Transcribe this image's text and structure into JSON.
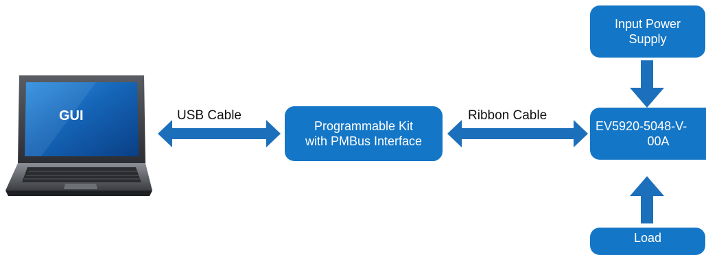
{
  "laptop": {
    "screen_label": "GUI"
  },
  "connections": {
    "usb_label": "USB Cable",
    "ribbon_label": "Ribbon Cable"
  },
  "nodes": {
    "programmable_kit": {
      "line1": "Programmable Kit",
      "line2": "with PMBus Interface"
    },
    "evaluation_board": {
      "line1": "EV5920-5048-V-",
      "line2": "00A"
    },
    "input_power_supply": {
      "line1": "Input Power",
      "line2": "Supply"
    },
    "load": {
      "line1": "Load"
    }
  },
  "colors": {
    "box_fill": "#1476c6",
    "arrow": "#1c6fbb",
    "text_on_box": "#ffffff"
  }
}
